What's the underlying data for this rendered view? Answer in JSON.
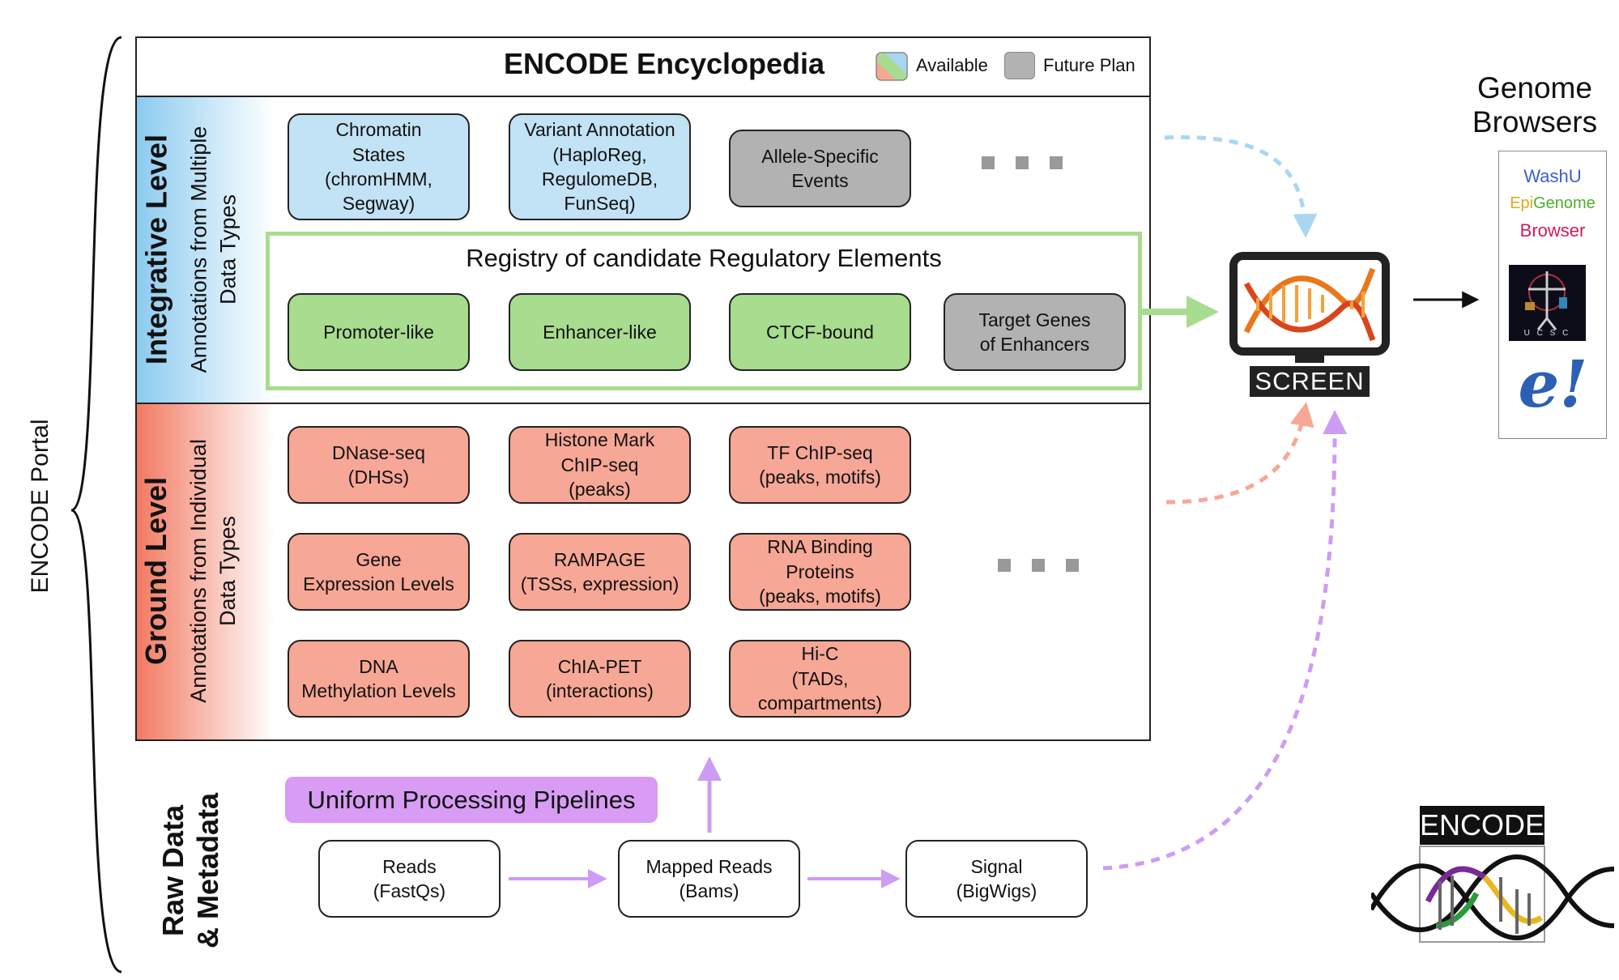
{
  "portal_label": "ENCODE Portal",
  "encyclopedia": {
    "title": "ENCODE Encyclopedia",
    "legend_available": "Available",
    "legend_future": "Future Plan"
  },
  "integrative": {
    "title": "Integrative Level",
    "subtitle": "Annotations from Multiple\nData Types",
    "boxes": [
      "Chromatin\nStates\n(chromHMM,\nSegway)",
      "Variant Annotation\n(HaploReg,\nRegulomeDB,\nFunSeq)",
      "Allele-Specific\nEvents"
    ],
    "registry_title": "Registry of candidate Regulatory Elements",
    "registry_boxes": [
      "Promoter-like",
      "Enhancer-like",
      "CTCF-bound",
      "Target Genes\nof Enhancers"
    ]
  },
  "ground": {
    "title": "Ground Level",
    "subtitle": "Annotations from Individual\nData Types",
    "boxes": [
      "DNase-seq\n(DHSs)",
      "Histone Mark\nChIP-seq\n(peaks)",
      "TF ChIP-seq\n(peaks, motifs)",
      "Gene\nExpression Levels",
      "RAMPAGE\n(TSSs, expression)",
      "RNA Binding\nProteins\n(peaks, motifs)",
      "DNA\nMethylation Levels",
      "ChIA-PET\n(interactions)",
      "Hi-C\n(TADs,\ncompartments)"
    ]
  },
  "raw": {
    "title": "Raw Data\n& Metadata",
    "pipeline": "Uniform Processing Pipelines",
    "boxes": [
      "Reads\n(FastQs)",
      "Mapped Reads\n(Bams)",
      "Signal\n(BigWigs)"
    ]
  },
  "screen_label": "SCREEN",
  "browsers": {
    "title": "Genome\nBrowsers",
    "washu": "WashU",
    "epi": "Epi",
    "genome": "Genome",
    "browser": "Browser",
    "ucsc_letters": "U C S C",
    "ensembl": "e!"
  },
  "encode_logo": "ENCODE",
  "colors": {
    "integrative_blue": "#c2e2f5",
    "registry_green": "#a8dc8f",
    "future_gray": "#b2b2b2",
    "ground_red": "#f7a795",
    "pipeline_purple": "#d89cf5",
    "arrow_purple": "#cd9cf5",
    "arrow_blue": "#a9d7f1",
    "arrow_red": "#f7a795",
    "arrow_green": "#a8dc8f"
  },
  "icons": [
    "curly-brace-icon",
    "dna-helix-icon",
    "monitor-icon",
    "ensembl-logo-icon",
    "ucsc-logo-icon"
  ]
}
